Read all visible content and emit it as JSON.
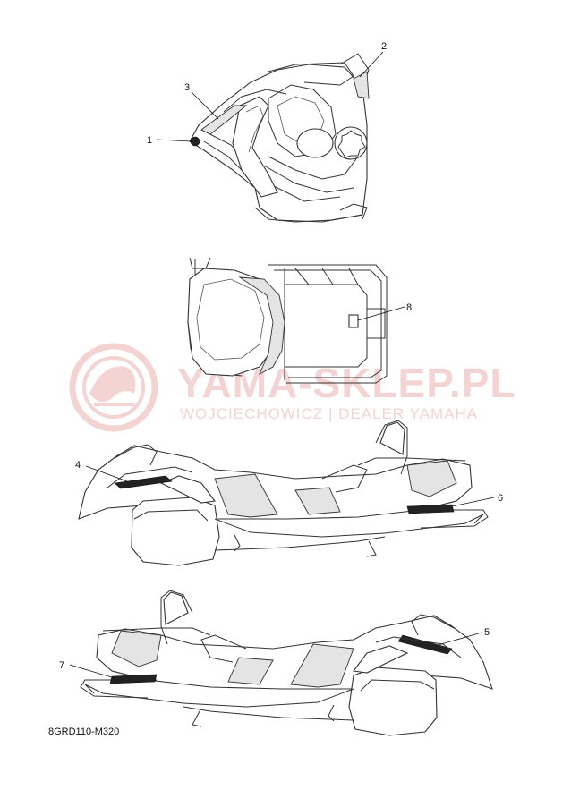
{
  "watermark": {
    "title": "YAMA-SKLEP.PL",
    "subtitle": "WOJCIECHOWICZ | DEALER YAMAHA",
    "color": "#f3d4d2"
  },
  "callouts": [
    "1",
    "2",
    "3",
    "4",
    "5",
    "6",
    "7",
    "8"
  ],
  "diagram_code": "8GRD110-M320"
}
